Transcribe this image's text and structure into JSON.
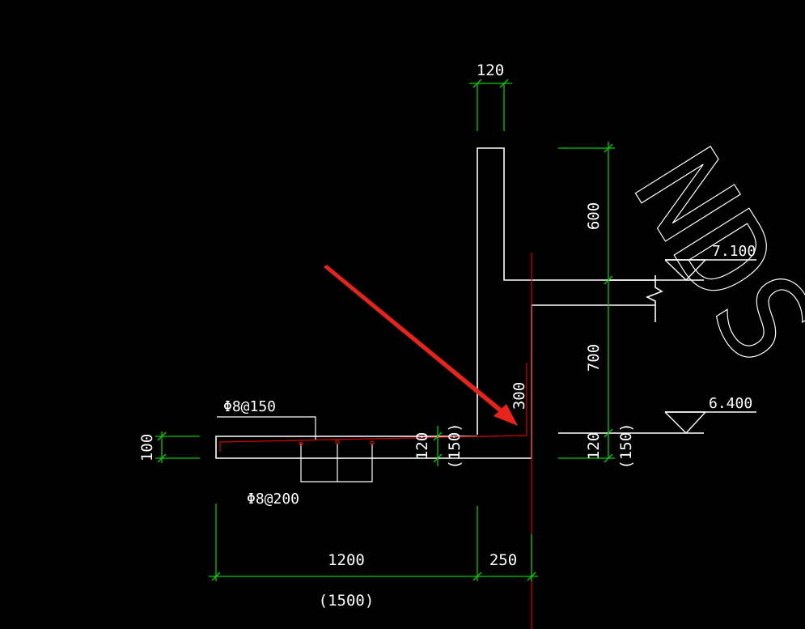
{
  "drawing": {
    "dimensions": {
      "top_width": "120",
      "wall_upper_height": "600",
      "wall_lower_height": "700",
      "slab_thickness_right": "120",
      "slab_thickness_right_alt": "(150)",
      "slab_thickness_mid": "120",
      "slab_thickness_mid_alt": "(150)",
      "cant_thickness": "100",
      "inner_height": "300",
      "base_cant_length": "1200",
      "base_cant_length_alt": "(1500)",
      "base_wall_width": "250"
    },
    "levels": {
      "upper": "7.100",
      "lower": "6.400"
    },
    "rebar": {
      "top_label": "Φ8@150",
      "bottom_label": "Φ8@200"
    },
    "watermark": "NDS",
    "colors": {
      "background": "#000000",
      "outline": "#ffffff",
      "dimension": "#00cc00",
      "rebar": "#cc0000",
      "arrow": "#e8231c"
    }
  }
}
